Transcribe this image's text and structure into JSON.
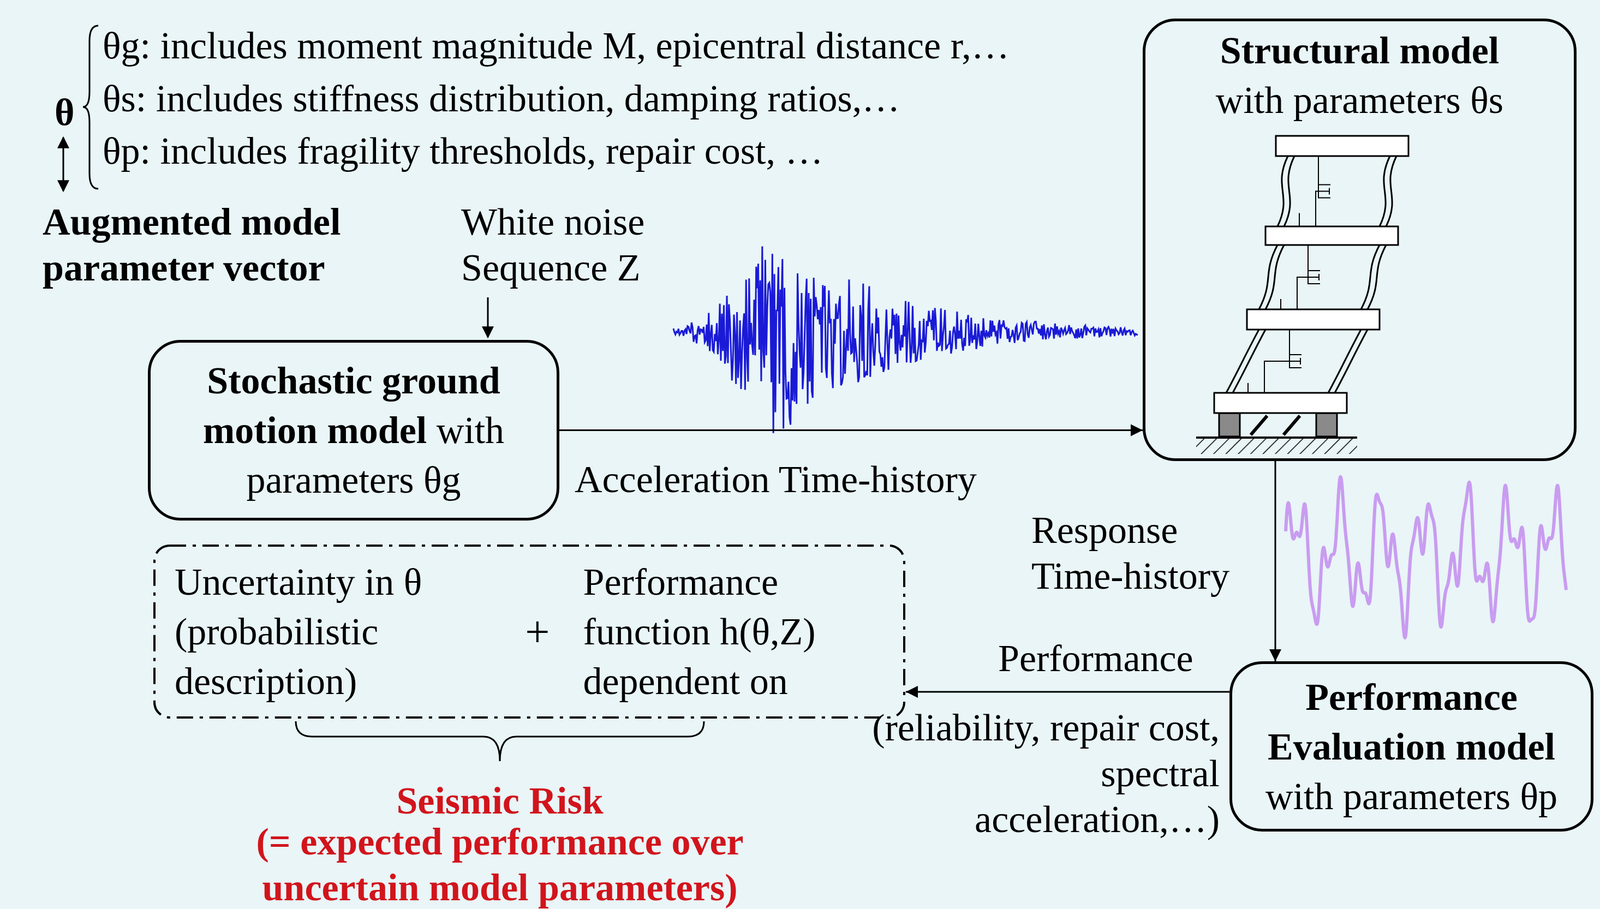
{
  "diagram": {
    "nodes": [
      {
        "text": [
          "Structural model",
          "with parameters θs"
        ]
      },
      {
        "text": [
          "Stochastic ground motion model",
          "with parameters θg"
        ]
      },
      {
        "text": [
          "Uncertainty in θ (probabilistic description)",
          "+",
          "Performance function h(θ,Z) dependent on"
        ]
      },
      {
        "text": [
          "Performance Evaluation model",
          "with parameters θp"
        ]
      }
    ],
    "edges": [
      {
        "from": 1,
        "to": 0,
        "arrow": "to",
        "label": "Acceleration Time-history"
      },
      {
        "from": 0,
        "to": 3,
        "arrow": "to",
        "label": "Response Time-history"
      },
      {
        "from": 3,
        "to": 2,
        "arrow": "to",
        "label": "Performance"
      }
    ],
    "labels": [
      "θ",
      "θg: includes moment magnitude M, epicentral distance r,…",
      "θs: includes stiffness distribution, damping ratios,…",
      "θp: includes fragility thresholds, repair cost, …",
      "Augmented model parameter vector",
      "White noise Sequence Z",
      "(reliability, repair cost, spectral acceleration,…)",
      "Seismic Risk",
      "(= expected performance over uncertain model parameters)"
    ]
  }
}
